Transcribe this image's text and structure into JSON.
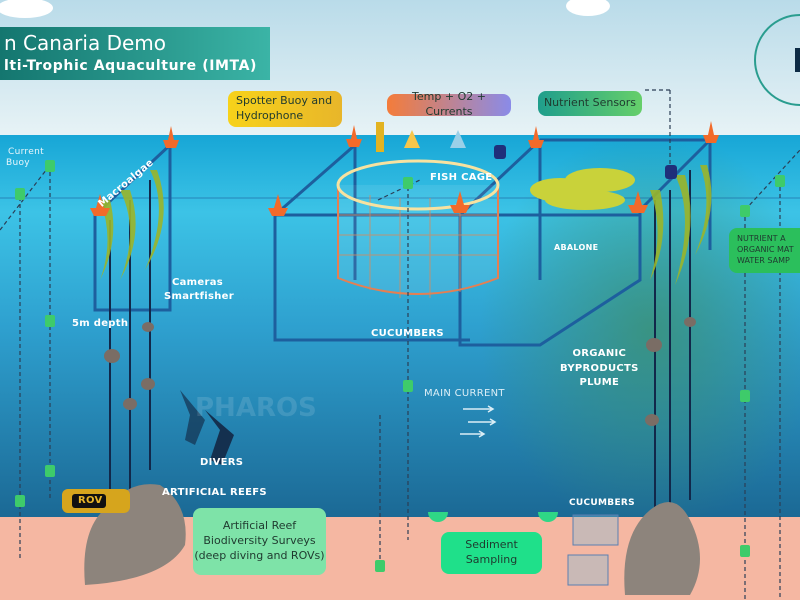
{
  "title": {
    "line1": "n Canaria Demo",
    "line2": "lti-Trophic Aquaculture (IMTA)"
  },
  "callouts": {
    "spotter_buoy": {
      "line1": "Spotter Buoy and",
      "line2": "Hydrophone"
    },
    "temp_o2": "Temp + O2 + Currents",
    "nutrient_sensors": "Nutrient Sensors",
    "nutrient_water": {
      "line1": "NUTRIENT A",
      "line2": "ORGANIC MAT",
      "line3": "WATER SAMP"
    },
    "reef_surveys": {
      "line1": "Artificial Reef",
      "line2": "Biodiversity Surveys",
      "line3": "(deep diving and ROVs)"
    },
    "sediment": {
      "line1": "Sediment",
      "line2": "Sampling"
    }
  },
  "labels": {
    "current_buoy": {
      "line1": "Current",
      "line2": "Buoy"
    },
    "macroalgae": "Macroalgae",
    "cameras": {
      "line1": "Cameras",
      "line2": "Smartfisher"
    },
    "depth": "5m depth",
    "fish_cage": "FISH CAGE",
    "abalone": "ABALONE",
    "cucumbers_top": "CUCUMBERS",
    "plume": {
      "line1": "ORGANIC",
      "line2": "BYPRODUCTS",
      "line3": "PLUME"
    },
    "main_current": "MAIN CURRENT",
    "divers": "DIVERS",
    "artificial_reefs": "ARTIFICIAL REEFS",
    "rov": "ROV",
    "cucumbers_bottom": "CUCUMBERS",
    "watermark": "PHAROS"
  },
  "colors": {
    "sky_top": "#cfe6f0",
    "water_surface": "#19a9d8",
    "water_deep": "#1b6f9a",
    "sand": "#f5b7a2",
    "structure": "#1d5f9e",
    "buoy": "#f26a2a",
    "sensor_green": "#3ecb6a",
    "kelp": "#9bb52a"
  }
}
